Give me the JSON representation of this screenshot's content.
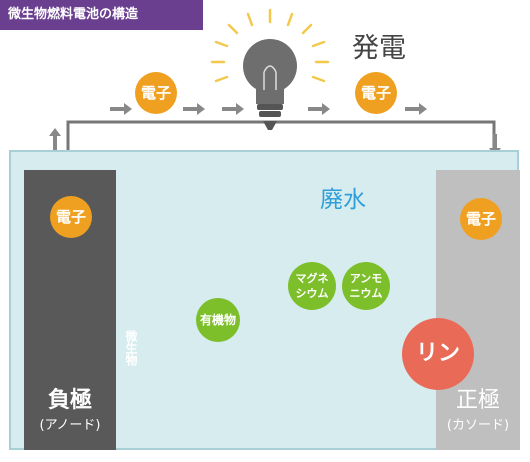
{
  "title": "微生物燃料電池の構造",
  "power_label": "発電",
  "electron_label": "電子",
  "water_label": "廃水",
  "anode": {
    "label": "負極",
    "sub": "(アノード)"
  },
  "cathode": {
    "label": "正極",
    "sub": "(カソード)"
  },
  "microbe_label": "微生物",
  "organic_label": "有機物",
  "magnesium_label_line1": "マグネ",
  "magnesium_label_line2": "シウム",
  "ammonium_label_line1": "アンモ",
  "ammonium_label_line2": "ニウム",
  "phosphorus_label": "リン",
  "colors": {
    "title_bg": "#6a3f8f",
    "electron": "#f0a020",
    "green": "#7dbf2b",
    "phosphorus": "#ea6a58",
    "water_text": "#2f9fd8"
  }
}
